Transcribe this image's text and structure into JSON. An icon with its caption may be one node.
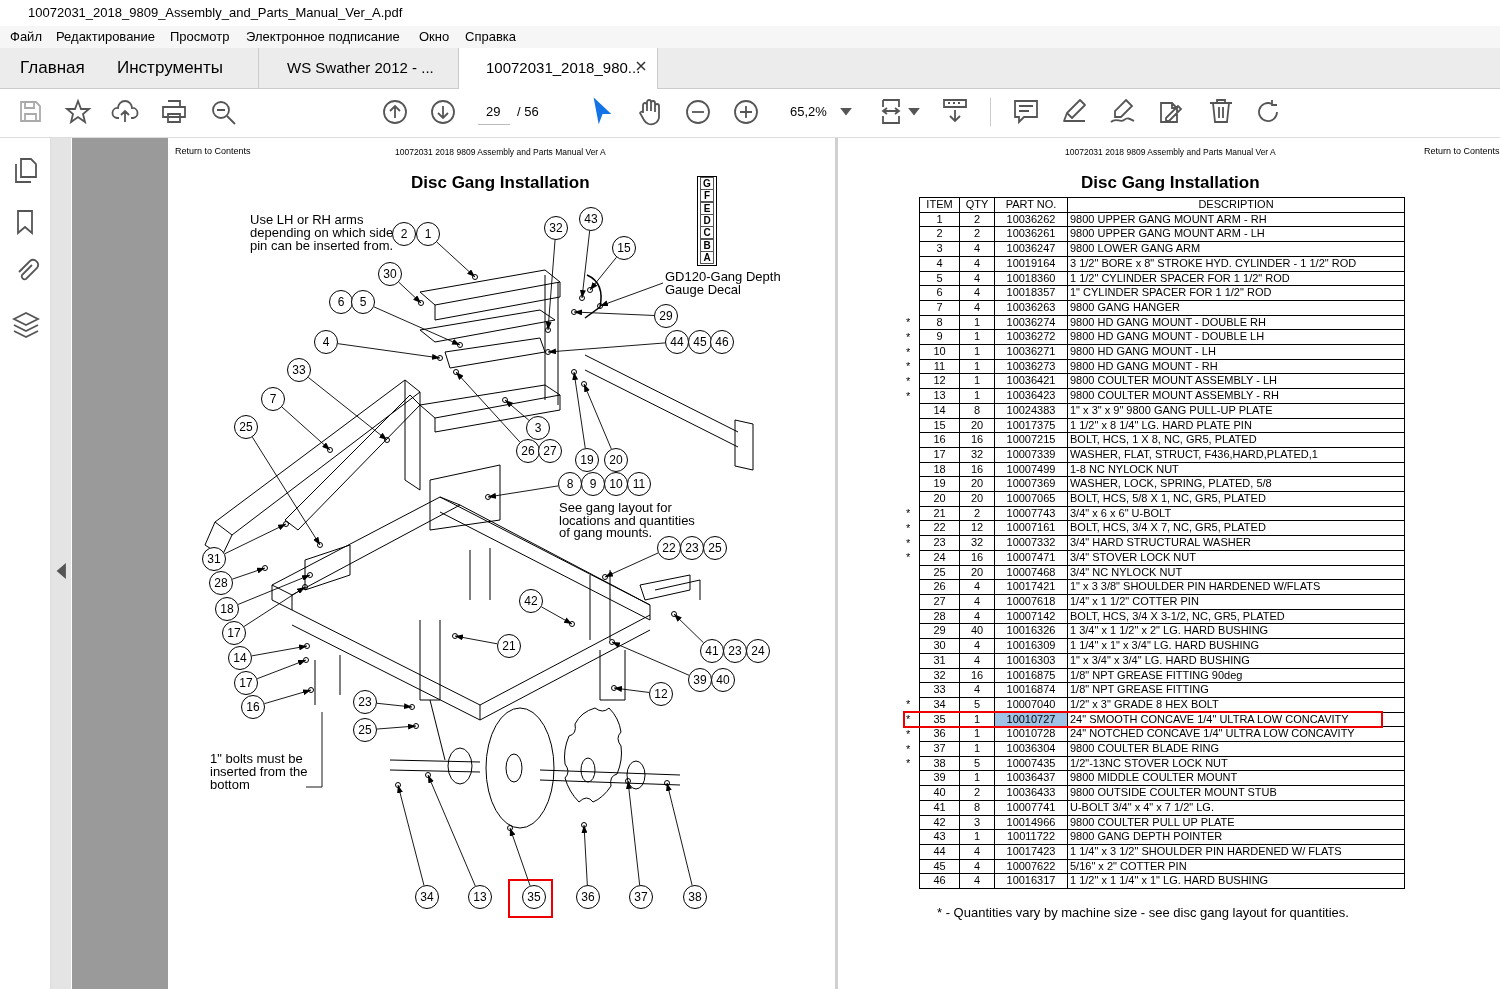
{
  "diagram": {
    "nodes": [
      {
        "text": [
          "2"
        ]
      },
      {
        "text": [
          "1"
        ]
      },
      {
        "text": [
          "32"
        ]
      },
      {
        "text": [
          "43"
        ]
      },
      {
        "text": [
          "15"
        ]
      },
      {
        "text": [
          "30"
        ]
      },
      {
        "text": [
          "6"
        ]
      },
      {
        "text": [
          "5"
        ]
      },
      {
        "text": [
          "29"
        ]
      },
      {
        "text": [
          "4"
        ]
      },
      {
        "text": [
          "44"
        ]
      },
      {
        "text": [
          "45"
        ]
      },
      {
        "text": [
          "46"
        ]
      },
      {
        "text": [
          "33"
        ]
      },
      {
        "text": [
          "7"
        ]
      },
      {
        "text": [
          "25"
        ]
      },
      {
        "text": [
          "3"
        ]
      },
      {
        "text": [
          "26"
        ]
      },
      {
        "text": [
          "27"
        ]
      },
      {
        "text": [
          "19"
        ]
      },
      {
        "text": [
          "20"
        ]
      },
      {
        "text": [
          "8"
        ]
      },
      {
        "text": [
          "9"
        ]
      },
      {
        "text": [
          "10"
        ]
      },
      {
        "text": [
          "11"
        ]
      },
      {
        "text": [
          "22"
        ]
      },
      {
        "text": [
          "23"
        ]
      },
      {
        "text": [
          "25"
        ]
      },
      {
        "text": [
          "31"
        ]
      },
      {
        "text": [
          "28"
        ]
      },
      {
        "text": [
          "18"
        ]
      },
      {
        "text": [
          "42"
        ]
      },
      {
        "text": [
          "17"
        ]
      },
      {
        "text": [
          "21"
        ]
      },
      {
        "text": [
          "41"
        ]
      },
      {
        "text": [
          "23"
        ]
      },
      {
        "text": [
          "24"
        ]
      },
      {
        "text": [
          "14"
        ]
      },
      {
        "text": [
          "17"
        ]
      },
      {
        "text": [
          "39"
        ]
      },
      {
        "text": [
          "40"
        ]
      },
      {
        "text": [
          "12"
        ]
      },
      {
        "text": [
          "16"
        ]
      },
      {
        "text": [
          "23"
        ]
      },
      {
        "text": [
          "25"
        ]
      },
      {
        "text": [
          "34"
        ]
      },
      {
        "text": [
          "13"
        ]
      },
      {
        "text": [
          "35"
        ]
      },
      {
        "text": [
          "36"
        ]
      },
      {
        "text": [
          "37"
        ]
      },
      {
        "text": [
          "38"
        ]
      },
      {
        "text": [
          "GD120-Gang Depth Gauge Decal"
        ]
      },
      {
        "text": [
          "1\" bolts must be inserted from the bottom"
        ]
      }
    ],
    "edges": [
      {
        "from": 1,
        "to": null,
        "arrow": "to"
      },
      {
        "from": 2,
        "to": null,
        "arrow": "to"
      },
      {
        "from": 3,
        "to": null,
        "arrow": "to"
      },
      {
        "from": 4,
        "to": null,
        "arrow": "to"
      },
      {
        "from": 5,
        "to": null,
        "arrow": "to"
      },
      {
        "from": 7,
        "to": null,
        "arrow": "to"
      },
      {
        "from": 8,
        "to": null,
        "arrow": "to"
      },
      {
        "from": 9,
        "to": null,
        "arrow": "to"
      },
      {
        "from": 10,
        "to": null,
        "arrow": "to"
      },
      {
        "from": 13,
        "to": null,
        "arrow": "to"
      },
      {
        "from": 14,
        "to": null,
        "arrow": "to"
      },
      {
        "from": 15,
        "to": null,
        "arrow": "to"
      },
      {
        "from": 16,
        "to": null,
        "arrow": "to"
      },
      {
        "from": 17,
        "to": null,
        "arrow": "to"
      },
      {
        "from": 19,
        "to": null,
        "arrow": "to"
      },
      {
        "from": 20,
        "to": null,
        "arrow": "to"
      },
      {
        "from": 21,
        "to": null,
        "arrow": "to"
      },
      {
        "from": 25,
        "to": null,
        "arrow": "to"
      },
      {
        "from": 28,
        "to": null,
        "arrow": "to"
      },
      {
        "from": 29,
        "to": null,
        "arrow": "to"
      },
      {
        "from": 30,
        "to": null,
        "arrow": "to"
      },
      {
        "from": 31,
        "to": null,
        "arrow": "to"
      },
      {
        "from": 32,
        "to": null,
        "arrow": "to"
      },
      {
        "from": 33,
        "to": null,
        "arrow": "to"
      },
      {
        "from": 34,
        "to": null,
        "arrow": "to"
      },
      {
        "from": 37,
        "to": null,
        "arrow": "to"
      },
      {
        "from": 38,
        "to": null,
        "arrow": "to"
      },
      {
        "from": 39,
        "to": null,
        "arrow": "to"
      },
      {
        "from": 41,
        "to": null,
        "arrow": "to"
      },
      {
        "from": 42,
        "to": null,
        "arrow": "to"
      },
      {
        "from": 43,
        "to": null,
        "arrow": "to"
      },
      {
        "from": 44,
        "to": null,
        "arrow": "to"
      },
      {
        "from": 45,
        "to": null,
        "arrow": "to"
      },
      {
        "from": 46,
        "to": null,
        "arrow": "to"
      },
      {
        "from": 47,
        "to": null,
        "arrow": "to"
      },
      {
        "from": 48,
        "to": null,
        "arrow": "to"
      },
      {
        "from": 49,
        "to": null,
        "arrow": "to"
      },
      {
        "from": 50,
        "to": null,
        "arrow": "to"
      },
      {
        "from": 51,
        "to": null,
        "arrow": "to"
      },
      {
        "from": 52,
        "to": null,
        "arrow": "none"
      }
    ],
    "labels": [
      "10072031_2018_9809_Assembly_and_Parts_Manual_Ver_A.pdf",
      "Файл",
      "Редактирование",
      "Просмотр",
      "Электронное подписание",
      "Окно",
      "Справка",
      "Главная",
      "Инструменты",
      "WS Swather 2012 - ...",
      "10072031_2018_980...",
      "29",
      "/ 56",
      "65,2%",
      "Return to Contents",
      "10072031 2018 9809 Assembly and Parts Manual Ver A",
      "Disc Gang Installation",
      "Use LH or RH arms depending on which side pin can be inserted from.",
      "G",
      "F",
      "E",
      "D",
      "C",
      "B",
      "A",
      "See gang layout for locations and quantities of gang mounts.",
      "10072031 2018 9809 Assembly and Parts Manual Ver A",
      "Return to Contents",
      "Disc Gang Installation",
      "ITEM",
      "QTY",
      "PART NO.",
      "DESCRIPTION",
      "1",
      "2",
      "10036262",
      "9800 UPPER GANG MOUNT ARM - RH",
      "2",
      "2",
      "10036261",
      "9800 UPPER GANG MOUNT ARM - LH",
      "3",
      "4",
      "10036247",
      "9800 LOWER GANG ARM",
      "4",
      "4",
      "10019164",
      "3 1/2\" BORE x 8\" STROKE HYD. CYLINDER - 1 1/2\" ROD",
      "5",
      "4",
      "10018360",
      "1 1/2\" CYLINDER SPACER FOR 1 1/2\" ROD",
      "6",
      "4",
      "10018357",
      "1\" CYLINDER SPACER FOR 1 1/2\" ROD",
      "7",
      "4",
      "10036263",
      "9800 GANG HANGER",
      "*",
      "8",
      "1",
      "10036274",
      "9800 HD GANG MOUNT - DOUBLE RH",
      "*",
      "9",
      "1",
      "10036272",
      "9800 HD GANG MOUNT - DOUBLE LH",
      "*",
      "10",
      "1",
      "10036271",
      "9800 HD GANG MOUNT - LH",
      "*",
      "11",
      "1",
      "10036273",
      "9800 HD GANG MOUNT - RH",
      "*",
      "12",
      "1",
      "10036421",
      "9800 COULTER MOUNT ASSEMBLY - LH",
      "*",
      "13",
      "1",
      "10036423",
      "9800 COULTER MOUNT ASSEMBLY - RH",
      "14",
      "8",
      "10024383",
      "1\" x 3\" x 9\" 9800 GANG PULL-UP PLATE",
      "15",
      "20",
      "10017375",
      "1 1/2\" x 8 1/4\" LG. HARD PLATE PIN",
      "16",
      "16",
      "10007215",
      "BOLT, HCS, 1 X 8, NC, GR5, PLATED",
      "17",
      "32",
      "10007339",
      "WASHER, FLAT, STRUCT, F436,HARD,PLATED,1",
      "18",
      "16",
      "10007499",
      "1-8 NC NYLOCK NUT",
      "19",
      "20",
      "10007369",
      "WASHER, LOCK, SPRING, PLATED, 5/8",
      "20",
      "20",
      "10007065",
      "BOLT, HCS, 5/8 X 1, NC, GR5, PLATED",
      "*",
      "21",
      "2",
      "10007743",
      "3/4\" x 6 x 6\" U-BOLT",
      "*",
      "22",
      "12",
      "10007161",
      "BOLT, HCS, 3/4 X 7, NC, GR5, PLATED",
      "*",
      "23",
      "32",
      "10007332",
      "3/4\" HARD STRUCTURAL WASHER",
      "*",
      "24",
      "16",
      "10007471",
      "3/4\" STOVER LOCK NUT",
      "25",
      "20",
      "10007468",
      "3/4\" NC NYLOCK NUT",
      "26",
      "4",
      "10017421",
      "1\" x 3 3/8\" SHOULDER PIN HARDENED W/FLATS",
      "27",
      "4",
      "10007618",
      "1/4\" x 1 1/2\" COTTER PIN",
      "28",
      "4",
      "10007142",
      "BOLT, HCS, 3/4 X 3-1/2, NC, GR5, PLATED",
      "29",
      "40",
      "10016326",
      "1 3/4\" x 1 1/2\" x 2\" LG. HARD BUSHING",
      "30",
      "4",
      "10016309",
      "1 1/4\" x 1\" x 3/4\" LG. HARD BUSHING",
      "31",
      "4",
      "10016303",
      "1\" x 3/4\" x 3/4\" LG. HARD BUSHING",
      "32",
      "16",
      "10016875",
      "1/8\" NPT GREASE FITTING 90deg",
      "33",
      "4",
      "10016874",
      "1/8\" NPT GREASE FITTING",
      "*",
      "34",
      "5",
      "10007040",
      "1/2\" x 3\" GRADE 8 HEX BOLT",
      "*",
      "35",
      "1",
      "10010727",
      "24\" SMOOTH CONCAVE 1/4\" ULTRA LOW CONCAVITY",
      "*",
      "36",
      "1",
      "10010728",
      "24\" NOTCHED CONCAVE 1/4\" ULTRA LOW CONCAVITY",
      "*",
      "37",
      "1",
      "10036304",
      "9800 COULTER BLADE RING",
      "*",
      "38",
      "5",
      "10007435",
      "1/2\"-13NC STOVER LOCK NUT",
      "39",
      "1",
      "10036437",
      "9800 MIDDLE COULTER MOUNT",
      "40",
      "2",
      "10036433",
      "9800 OUTSIDE COULTER MOUNT STUB",
      "41",
      "8",
      "10007741",
      "U-BOLT 3/4\" x 4\" x 7 1/2\" LG.",
      "42",
      "3",
      "10014966",
      "9800 COULTER PULL UP PLATE",
      "43",
      "1",
      "10011722",
      "9800 GANG DEPTH POINTER",
      "44",
      "4",
      "10017423",
      "1 1/4\" x 3 1/2\" SHOULDER PIN HARDENED W/ FLATS",
      "45",
      "4",
      "10007622",
      "5/16\" x 2\" COTTER PIN",
      "46",
      "4",
      "10016317",
      "1 1/2\" x 1 1/4\" x 1\" LG. HARD BUSHING",
      "* - Quantities vary by machine size - see disc gang layout for quantities."
    ]
  }
}
